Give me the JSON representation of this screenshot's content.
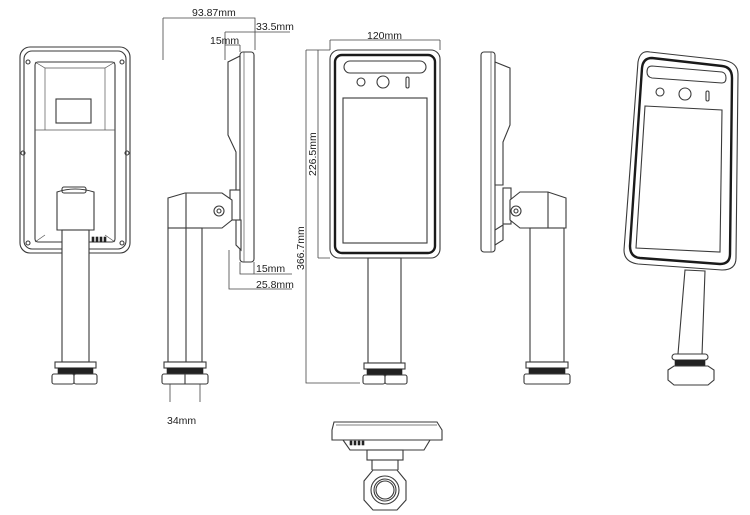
{
  "drawing": {
    "views": [
      "back",
      "left-side",
      "front",
      "right-side",
      "perspective",
      "bottom"
    ],
    "dimensions": {
      "total_depth": "93.87mm",
      "head_depth": "33.5mm",
      "top_offset": "15mm",
      "bottom_offset": "15mm",
      "bottom_depth": "25.8mm",
      "pole_diameter": "34mm",
      "width": "120mm",
      "head_height": "226.5mm",
      "total_height": "366.7mm"
    },
    "colors": {
      "line": "#3a3a3a",
      "background": "#ffffff"
    }
  }
}
